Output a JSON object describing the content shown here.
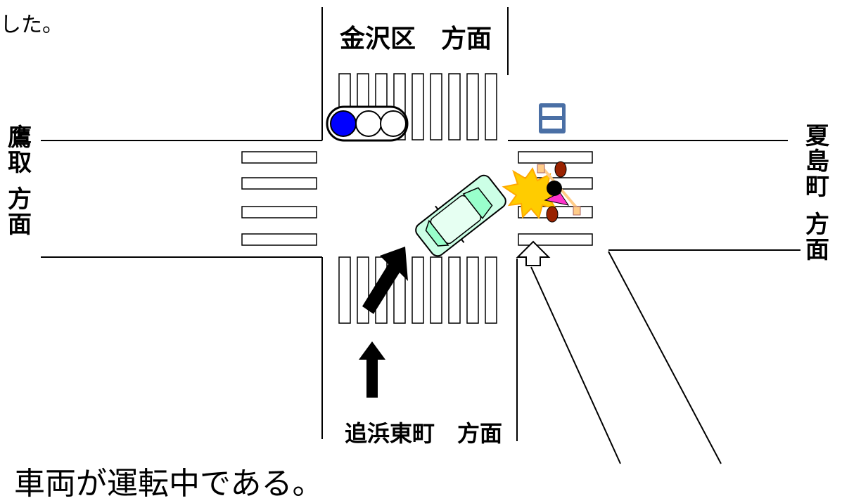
{
  "fragments": {
    "top_left": "した。",
    "bottom_left": "車両が運転中である。"
  },
  "directions": {
    "north": "金沢区　方面",
    "south": "追浜東町　方面",
    "west": [
      "鷹",
      "取",
      "",
      "方",
      "面"
    ],
    "east": [
      "夏",
      "島",
      "町",
      "",
      "方",
      "面"
    ]
  },
  "colors": {
    "signal_lit": "#0000ff",
    "car_body": "#ccffe6",
    "collision": "#ffcc00",
    "pedestrian_shirt": "#ff33cc",
    "pedestrian_arm": "#ffcc88",
    "bus_stop": "#4a6fa5"
  },
  "icons": [
    "traffic-signal-icon",
    "bus-stop-icon",
    "car-icon",
    "pedestrian-icon",
    "collision-icon",
    "arrow-icon"
  ]
}
